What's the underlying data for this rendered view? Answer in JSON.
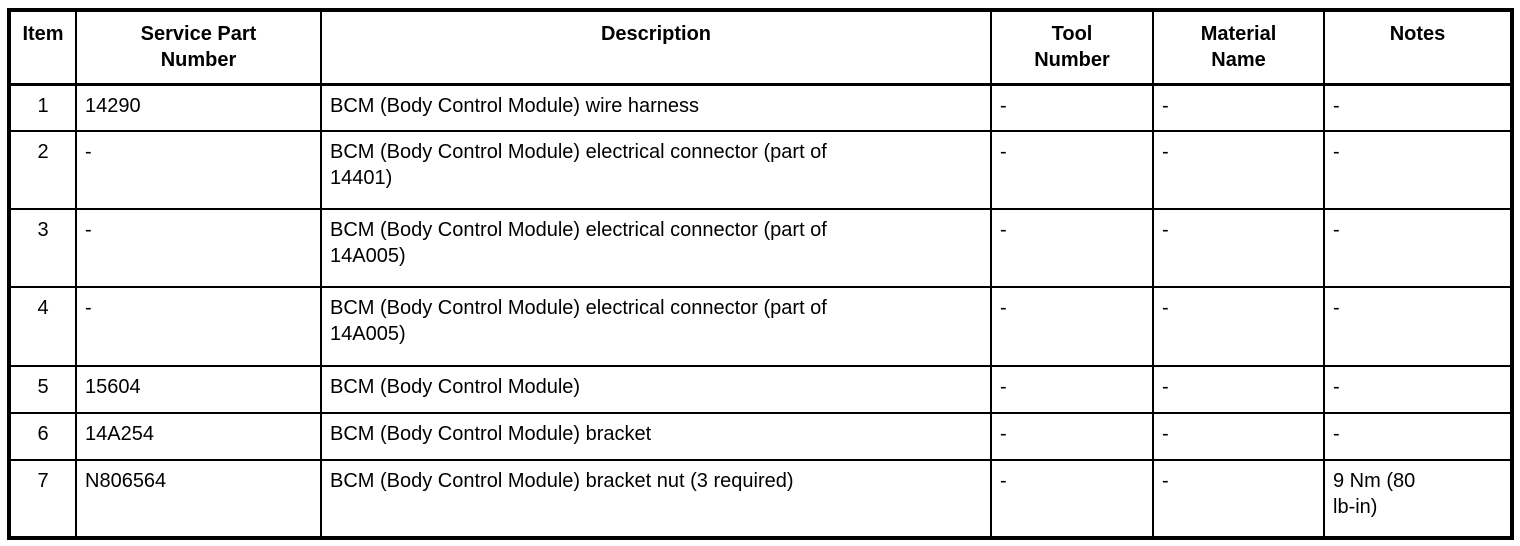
{
  "header": {
    "item": "Item",
    "service_part_number": "Service Part\nNumber",
    "description": "Description",
    "tool_number": "Tool\nNumber",
    "material_name": "Material\nName",
    "notes": "Notes"
  },
  "rows": [
    {
      "item": "1",
      "service_part_number": "14290",
      "description": "BCM (Body Control Module) wire harness",
      "tool_number": "-",
      "material_name": "-",
      "notes": "-"
    },
    {
      "item": "2",
      "service_part_number": "-",
      "description": "BCM (Body Control Module) electrical connector (part of 14401)",
      "tool_number": "-",
      "material_name": "-",
      "notes": "-"
    },
    {
      "item": "3",
      "service_part_number": "-",
      "description": "BCM (Body Control Module) electrical connector (part of 14A005)",
      "tool_number": "-",
      "material_name": "-",
      "notes": "-"
    },
    {
      "item": "4",
      "service_part_number": "-",
      "description": "BCM (Body Control Module) electrical connector (part of 14A005)",
      "tool_number": "-",
      "material_name": "-",
      "notes": "-"
    },
    {
      "item": "5",
      "service_part_number": "15604",
      "description": "BCM (Body Control Module)",
      "tool_number": "-",
      "material_name": "-",
      "notes": "-"
    },
    {
      "item": "6",
      "service_part_number": "14A254",
      "description": "BCM (Body Control Module) bracket",
      "tool_number": "-",
      "material_name": "-",
      "notes": "-"
    },
    {
      "item": "7",
      "service_part_number": "N806564",
      "description": "BCM (Body Control Module) bracket nut (3 required)",
      "tool_number": "-",
      "material_name": "-",
      "notes": "9 Nm (80 lb-in)"
    }
  ]
}
